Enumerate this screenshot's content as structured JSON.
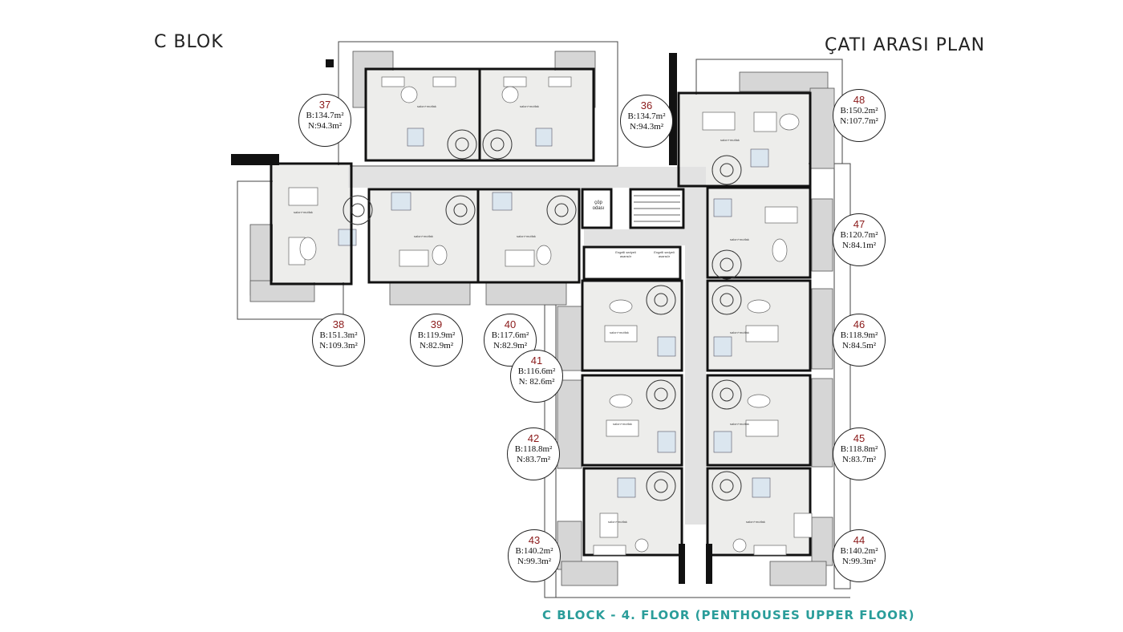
{
  "title_left": "C BLOK",
  "title_right": "ÇATI ARASI PLAN",
  "caption": "C BLOCK - 4. FLOOR (PENTHOUSES UPPER FLOOR)",
  "colors": {
    "accent": "#2a9d9a",
    "unit_number": "#8b1a1a",
    "wall": "#111111",
    "room_fill": "#eeeeec",
    "terrace_fill": "#d9d9d9"
  },
  "units": [
    {
      "num": "36",
      "gross": "B:134.7m²",
      "net": "N:94.3m²"
    },
    {
      "num": "37",
      "gross": "B:134.7m²",
      "net": "N:94.3m²"
    },
    {
      "num": "38",
      "gross": "B:151.3m²",
      "net": "N:109.3m²"
    },
    {
      "num": "39",
      "gross": "B:119.9m²",
      "net": "N:82.9m²"
    },
    {
      "num": "40",
      "gross": "B:117.6m²",
      "net": "N:82.9m²"
    },
    {
      "num": "41",
      "gross": "B:116.6m²",
      "net": "N: 82.6m²"
    },
    {
      "num": "42",
      "gross": "B:118.8m²",
      "net": "N:83.7m²"
    },
    {
      "num": "43",
      "gross": "B:140.2m²",
      "net": "N:99.3m²"
    },
    {
      "num": "44",
      "gross": "B:140.2m²",
      "net": "N:99.3m²"
    },
    {
      "num": "45",
      "gross": "B:118.8m²",
      "net": "N:83.7m²"
    },
    {
      "num": "46",
      "gross": "B:118.9m²",
      "net": "N:84.5m²"
    },
    {
      "num": "47",
      "gross": "B:120.7m²",
      "net": "N:84.1m²"
    },
    {
      "num": "48",
      "gross": "B:150.2m²",
      "net": "N:107.7m²"
    }
  ],
  "core": {
    "trash_room": "çöp odası",
    "elevator_1": "Engelli sedyeli asansör",
    "elevator_2": "Engelli sedyeli asansör"
  }
}
